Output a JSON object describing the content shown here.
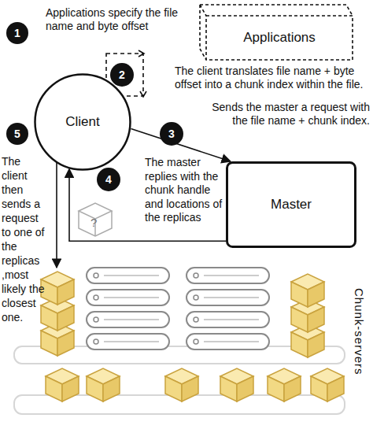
{
  "diagram": {
    "nodes": [
      {
        "text": [
          "Applications"
        ]
      },
      {
        "text": [
          "Client"
        ]
      },
      {
        "text": [
          "Master"
        ]
      }
    ],
    "edges": [
      {
        "from": 1,
        "to": 2,
        "arrow": "to"
      },
      {
        "from": 2,
        "to": 1,
        "arrow": "to"
      }
    ],
    "labels": [
      "1",
      "Applications specify the file name and byte offset",
      "2",
      "The client translates file name + byte offset into a chunk index within the file.",
      "3",
      "Sends the master a request with the file name + chunk index.",
      "4",
      "The master replies with the chunk handle and locations of the replicas",
      "?",
      "5",
      "The client then sends a request to one of the replicas ,most likely the closest one.",
      "Chunk-servers"
    ]
  }
}
